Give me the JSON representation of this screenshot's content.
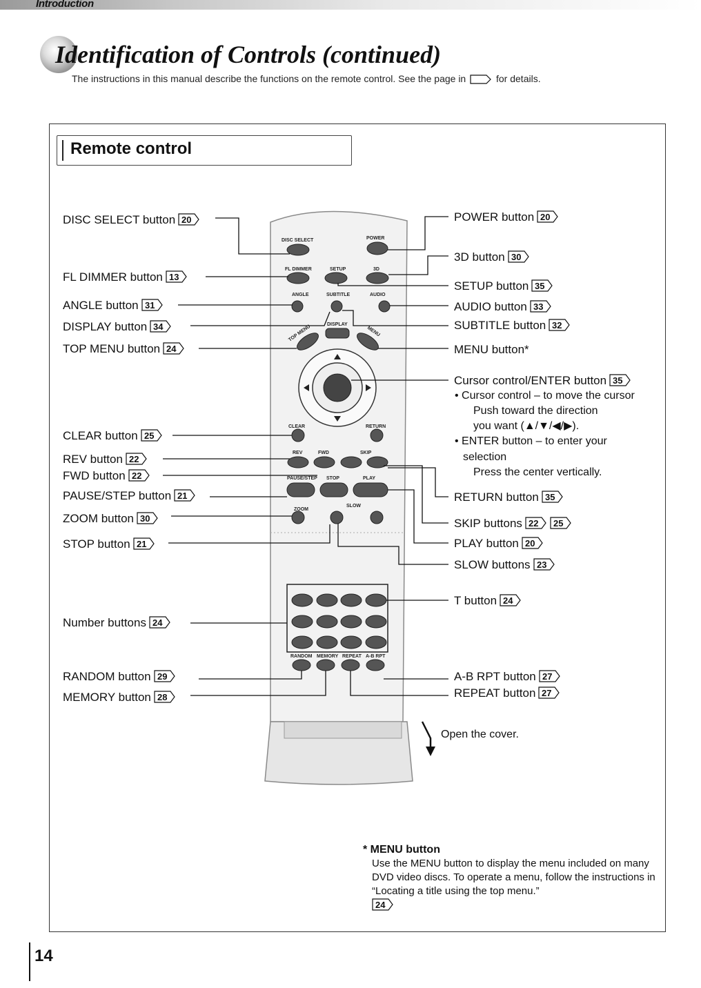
{
  "header": {
    "section": "Introduction"
  },
  "title": "Identification of Controls (continued)",
  "intro": {
    "before": "The instructions in this manual describe the functions on the remote control. See the page in",
    "after": "for details."
  },
  "section_heading": "Remote control",
  "remote_labels": {
    "disc_select": "DISC SELECT",
    "power": "POWER",
    "fl_dimmer": "FL DIMMER",
    "setup": "SETUP",
    "three_d": "3D",
    "angle": "ANGLE",
    "subtitle": "SUBTITLE",
    "audio": "AUDIO",
    "display": "DISPLAY",
    "top_menu": "TOP MENU",
    "menu": "MENU",
    "clear": "CLEAR",
    "return": "RETURN",
    "rev": "REV",
    "fwd": "FWD",
    "skip": "SKIP",
    "pause_step": "PAUSE/STEP",
    "stop": "STOP",
    "play": "PLAY",
    "zoom": "ZOOM",
    "slow": "SLOW",
    "random": "RANDOM",
    "memory": "MEMORY",
    "repeat": "REPEAT",
    "ab_rpt": "A-B RPT"
  },
  "left_callouts": [
    {
      "id": "disc-select",
      "text": "DISC SELECT button",
      "ref": "20"
    },
    {
      "id": "fl-dimmer",
      "text": "FL DIMMER button",
      "ref": "13"
    },
    {
      "id": "angle",
      "text": "ANGLE button",
      "ref": "31"
    },
    {
      "id": "display",
      "text": "DISPLAY button",
      "ref": "34"
    },
    {
      "id": "top-menu",
      "text": "TOP MENU button",
      "ref": "24"
    },
    {
      "id": "clear",
      "text": "CLEAR button",
      "ref": "25"
    },
    {
      "id": "rev",
      "text": "REV button",
      "ref": "22"
    },
    {
      "id": "fwd",
      "text": "FWD button",
      "ref": "22"
    },
    {
      "id": "pause-step",
      "text": "PAUSE/STEP button",
      "ref": "21"
    },
    {
      "id": "zoom",
      "text": "ZOOM button",
      "ref": "30"
    },
    {
      "id": "stop",
      "text": "STOP button",
      "ref": "21"
    },
    {
      "id": "number",
      "text": "Number buttons",
      "ref": "24"
    },
    {
      "id": "random",
      "text": "RANDOM button",
      "ref": "29"
    },
    {
      "id": "memory",
      "text": "MEMORY button",
      "ref": "28"
    }
  ],
  "right_callouts": [
    {
      "id": "power",
      "text": "POWER button",
      "ref": "20"
    },
    {
      "id": "three-d",
      "text": "3D button",
      "ref": "30"
    },
    {
      "id": "setup",
      "text": "SETUP button",
      "ref": "35"
    },
    {
      "id": "audio",
      "text": "AUDIO button",
      "ref": "33"
    },
    {
      "id": "subtitle",
      "text": "SUBTITLE button",
      "ref": "32"
    },
    {
      "id": "menu",
      "text": "MENU button*",
      "ref": ""
    },
    {
      "id": "cursor",
      "text": "Cursor control/ENTER button",
      "ref": "35"
    },
    {
      "id": "return",
      "text": "RETURN button",
      "ref": "35"
    },
    {
      "id": "skip",
      "text": "SKIP buttons",
      "ref": "22",
      "ref2": "25"
    },
    {
      "id": "play",
      "text": "PLAY button",
      "ref": "20"
    },
    {
      "id": "slow",
      "text": "SLOW buttons",
      "ref": "23"
    },
    {
      "id": "t",
      "text": "T button",
      "ref": "24"
    },
    {
      "id": "ab-rpt",
      "text": "A-B RPT button",
      "ref": "27"
    },
    {
      "id": "repeat",
      "text": "REPEAT button",
      "ref": "27"
    }
  ],
  "cursor_details": [
    "• Cursor control – to move the cursor",
    "Push toward the direction",
    "you want (▲/▼/◀/▶).",
    "• ENTER button – to enter your",
    "selection",
    "Press the center vertically."
  ],
  "open_cover": "Open the cover.",
  "note": {
    "title": "* MENU button",
    "body": "Use the MENU button to display the menu included on many DVD video discs. To operate a menu, follow the instructions in “Locating a title using the top menu.”",
    "ref": "24"
  },
  "page_number": "14"
}
